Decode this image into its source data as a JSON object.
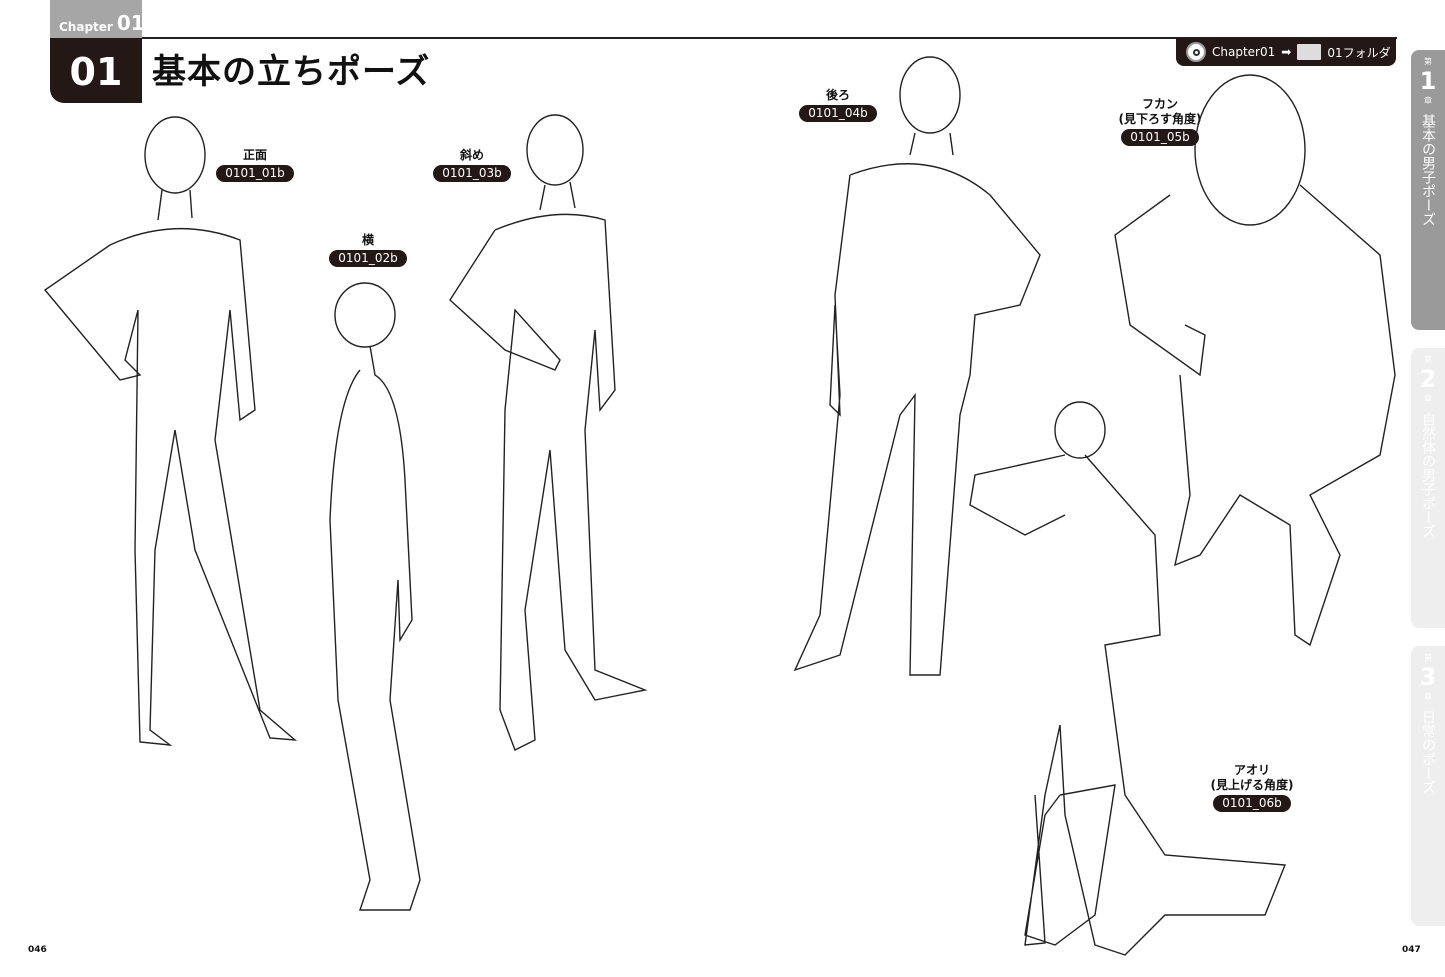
{
  "header": {
    "chapter_prefix": "Chapter",
    "chapter_num": "01",
    "section_num": "01",
    "title": "基本の立ちポーズ"
  },
  "folder_path": {
    "disc": "Chapter01",
    "arrow": "➡",
    "folder": "01フォルダ"
  },
  "side_tabs": [
    {
      "pre": "第",
      "num": "1",
      "suf": "章",
      "label": "基本の男子ポーズ",
      "active": true
    },
    {
      "pre": "第",
      "num": "2",
      "suf": "章",
      "label": "自然体の男子ポーズ",
      "active": false
    },
    {
      "pre": "第",
      "num": "3",
      "suf": "章",
      "label": "日常のポーズ",
      "active": false
    }
  ],
  "poses": [
    {
      "name": "正面",
      "code": "0101_01b"
    },
    {
      "name": "横",
      "code": "0101_02b"
    },
    {
      "name": "斜め",
      "code": "0101_03b"
    },
    {
      "name": "後ろ",
      "code": "0101_04b"
    },
    {
      "name": "フカン",
      "sub": "(見下ろす角度)",
      "code": "0101_05b"
    },
    {
      "name": "アオリ",
      "sub": "(見上げる角度)",
      "code": "0101_06b"
    }
  ],
  "pages": {
    "left": "046",
    "right": "047"
  },
  "colors": {
    "dark": "#231815",
    "gray": "#a6a6a6",
    "tab_inactive": "#eeeeee"
  }
}
